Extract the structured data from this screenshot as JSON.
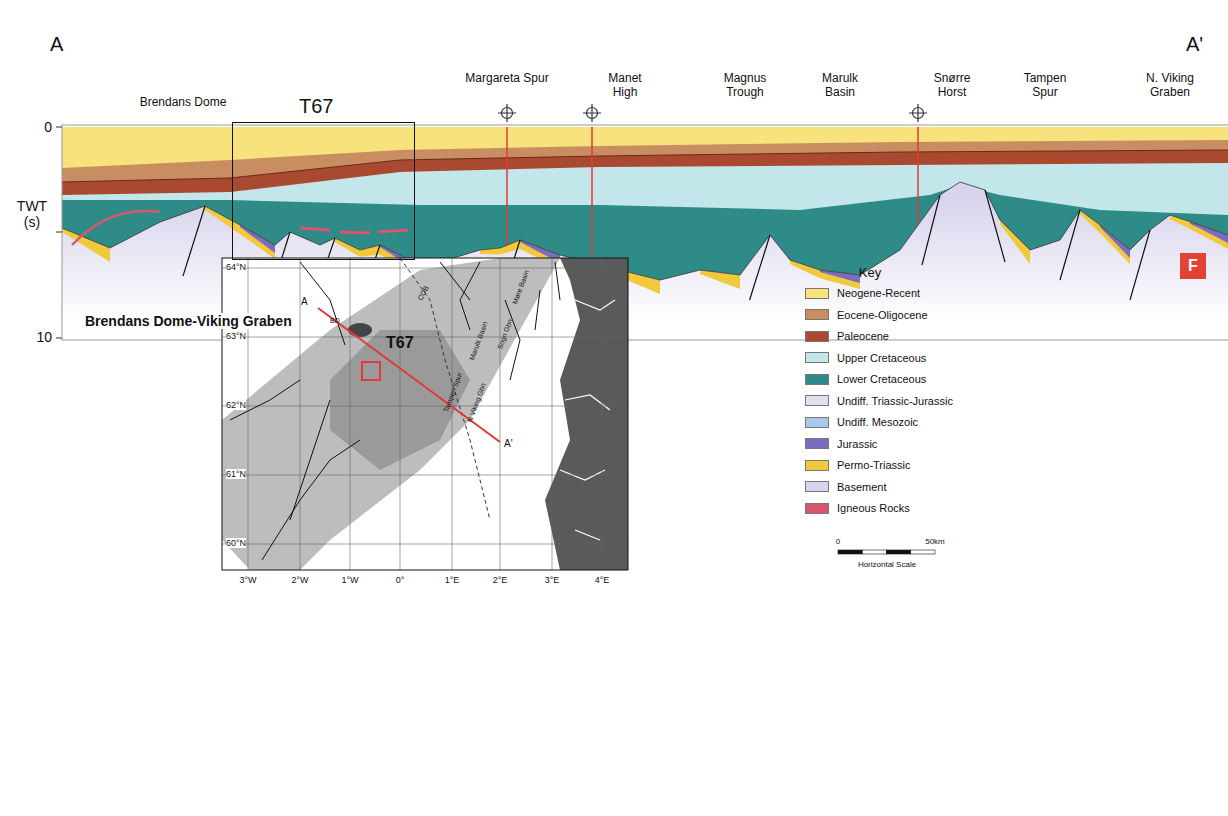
{
  "diagram": {
    "nodes": [
      {
        "text": [
          "T67"
        ]
      },
      {
        "text": [
          "F"
        ]
      }
    ],
    "labels": [
      "A",
      "A'",
      "Brendans Dome",
      "Margareta Spur",
      "Manet High",
      "Magnus Trough",
      "Marulk Basin",
      "Snørre Horst",
      "Tampen Spur",
      "N. Viking Graben",
      "0",
      "TWT (s)",
      "10",
      "Brendans Dome-Viking Graben",
      "64°N",
      "63°N",
      "62°N",
      "61°N",
      "60°N",
      "3°W",
      "2°W",
      "1°W",
      "0°",
      "1°E",
      "2°E",
      "3°E",
      "4°E",
      "A",
      "A'",
      "T67",
      "BD",
      "COB",
      "Møre Basin",
      "Marulk Basin",
      "Sogn Gbn",
      "Tampen Spur",
      "N Viking Gbn",
      "Key",
      "0",
      "50km",
      "Horizontal Scale"
    ],
    "legend": [
      {
        "text": "Neogene-Recent",
        "color": "#f7e27b"
      },
      {
        "text": "Eocene-Oligocene",
        "color": "#c98d62"
      },
      {
        "text": "Paleocene",
        "color": "#a94a30"
      },
      {
        "text": "Upper Cretaceous",
        "color": "#c3e6ea"
      },
      {
        "text": "Lower Cretaceous",
        "color": "#2e8b87"
      },
      {
        "text": "Undiff. Triassic-Jurassic",
        "color": "#e8ddf0"
      },
      {
        "text": "Undiff. Mesozoic",
        "color": "#a8c9ec"
      },
      {
        "text": "Jurassic",
        "color": "#7b6cc0"
      },
      {
        "text": "Permo-Triassic",
        "color": "#f1c93c"
      },
      {
        "text": "Basement",
        "color": "#d8d4ec"
      },
      {
        "text": "Igneous Rocks",
        "color": "#d9566e"
      }
    ]
  }
}
